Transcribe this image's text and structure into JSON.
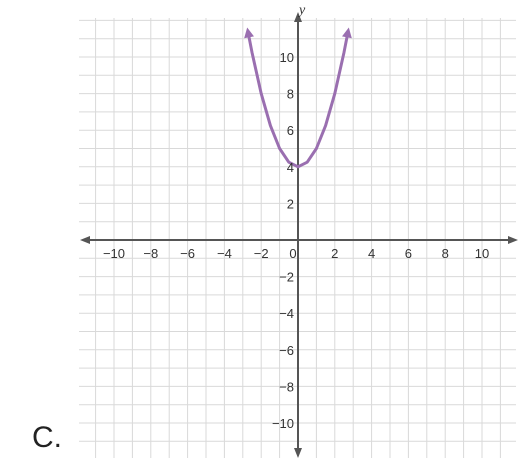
{
  "choice_label": "C.",
  "chart_data": {
    "type": "line",
    "title": "",
    "xlabel": "",
    "ylabel": "y",
    "xlim": [
      -11,
      11
    ],
    "ylim": [
      -11.5,
      11.5
    ],
    "grid": true,
    "x_ticks": [
      -10,
      -8,
      -6,
      -4,
      -2,
      0,
      2,
      4,
      6,
      8,
      10
    ],
    "x_tick_labels": [
      "−10",
      "−8",
      "−6",
      "−4",
      "−2",
      "0",
      "2",
      "4",
      "6",
      "8",
      "10"
    ],
    "y_ticks": [
      10,
      8,
      6,
      4,
      2,
      -2,
      -4,
      -6,
      -8,
      -10
    ],
    "y_tick_labels": [
      "10",
      "8",
      "6",
      "4",
      "2",
      "−2",
      "−4",
      "−6",
      "−8",
      "−10"
    ],
    "series": [
      {
        "equation": "y = x^2 + 4",
        "color": "#9a6fb0",
        "x": [
          -2.7,
          -2.5,
          -2,
          -1.5,
          -1,
          -0.5,
          0,
          0.5,
          1,
          1.5,
          2,
          2.5,
          2.7
        ],
        "y": [
          11.29,
          10.25,
          8,
          6.25,
          5,
          4.25,
          4,
          4.25,
          5,
          6.25,
          8,
          10.25,
          11.29
        ]
      }
    ],
    "colors": {
      "grid": "#d9d9d9",
      "axis": "#555555"
    }
  }
}
